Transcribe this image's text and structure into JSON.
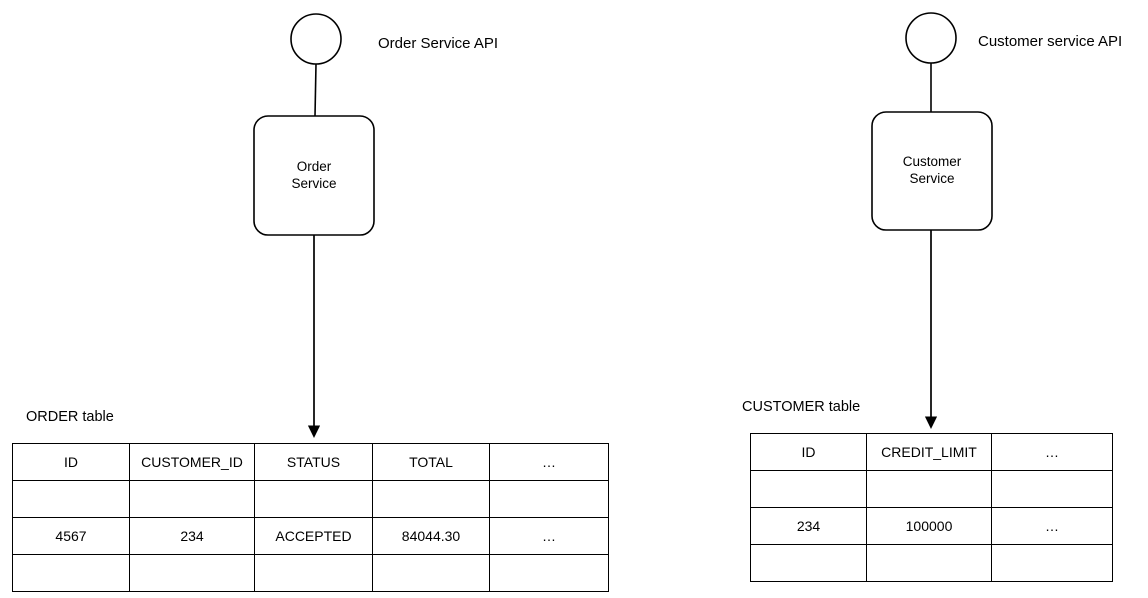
{
  "diagram": {
    "title": "",
    "stroke_color": "#000000",
    "background_color": "#ffffff"
  },
  "groups": [
    {
      "id": "order",
      "actor_label": "Order Service API",
      "service_label": "Order\nService",
      "table_caption": "ORDER table",
      "columns": [
        "ID",
        "CUSTOMER_ID",
        "STATUS",
        "TOTAL",
        "…"
      ],
      "rows": [
        [
          "",
          "",
          "",
          "",
          ""
        ],
        [
          "4567",
          "234",
          "ACCEPTED",
          "84044.30",
          "…"
        ],
        [
          "",
          "",
          "",
          "",
          ""
        ]
      ]
    },
    {
      "id": "customer",
      "actor_label": "Customer service API",
      "service_label": "Customer\nService",
      "table_caption": "CUSTOMER table",
      "columns": [
        "ID",
        "CREDIT_LIMIT",
        "…"
      ],
      "rows": [
        [
          "",
          "",
          ""
        ],
        [
          "234",
          "100000",
          "…"
        ],
        [
          "",
          "",
          ""
        ]
      ]
    }
  ]
}
